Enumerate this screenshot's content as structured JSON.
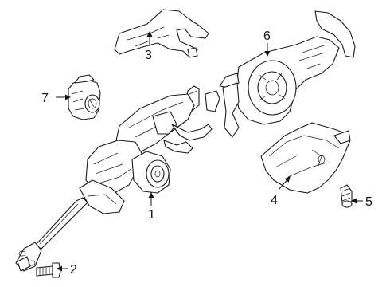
{
  "diagram": {
    "callouts": {
      "c1": "1",
      "c2": "2",
      "c3": "3",
      "c4": "4",
      "c5": "5",
      "c6": "6",
      "c7": "7"
    }
  },
  "colors": {
    "line": "#1a1a1a",
    "background": "#ffffff"
  }
}
